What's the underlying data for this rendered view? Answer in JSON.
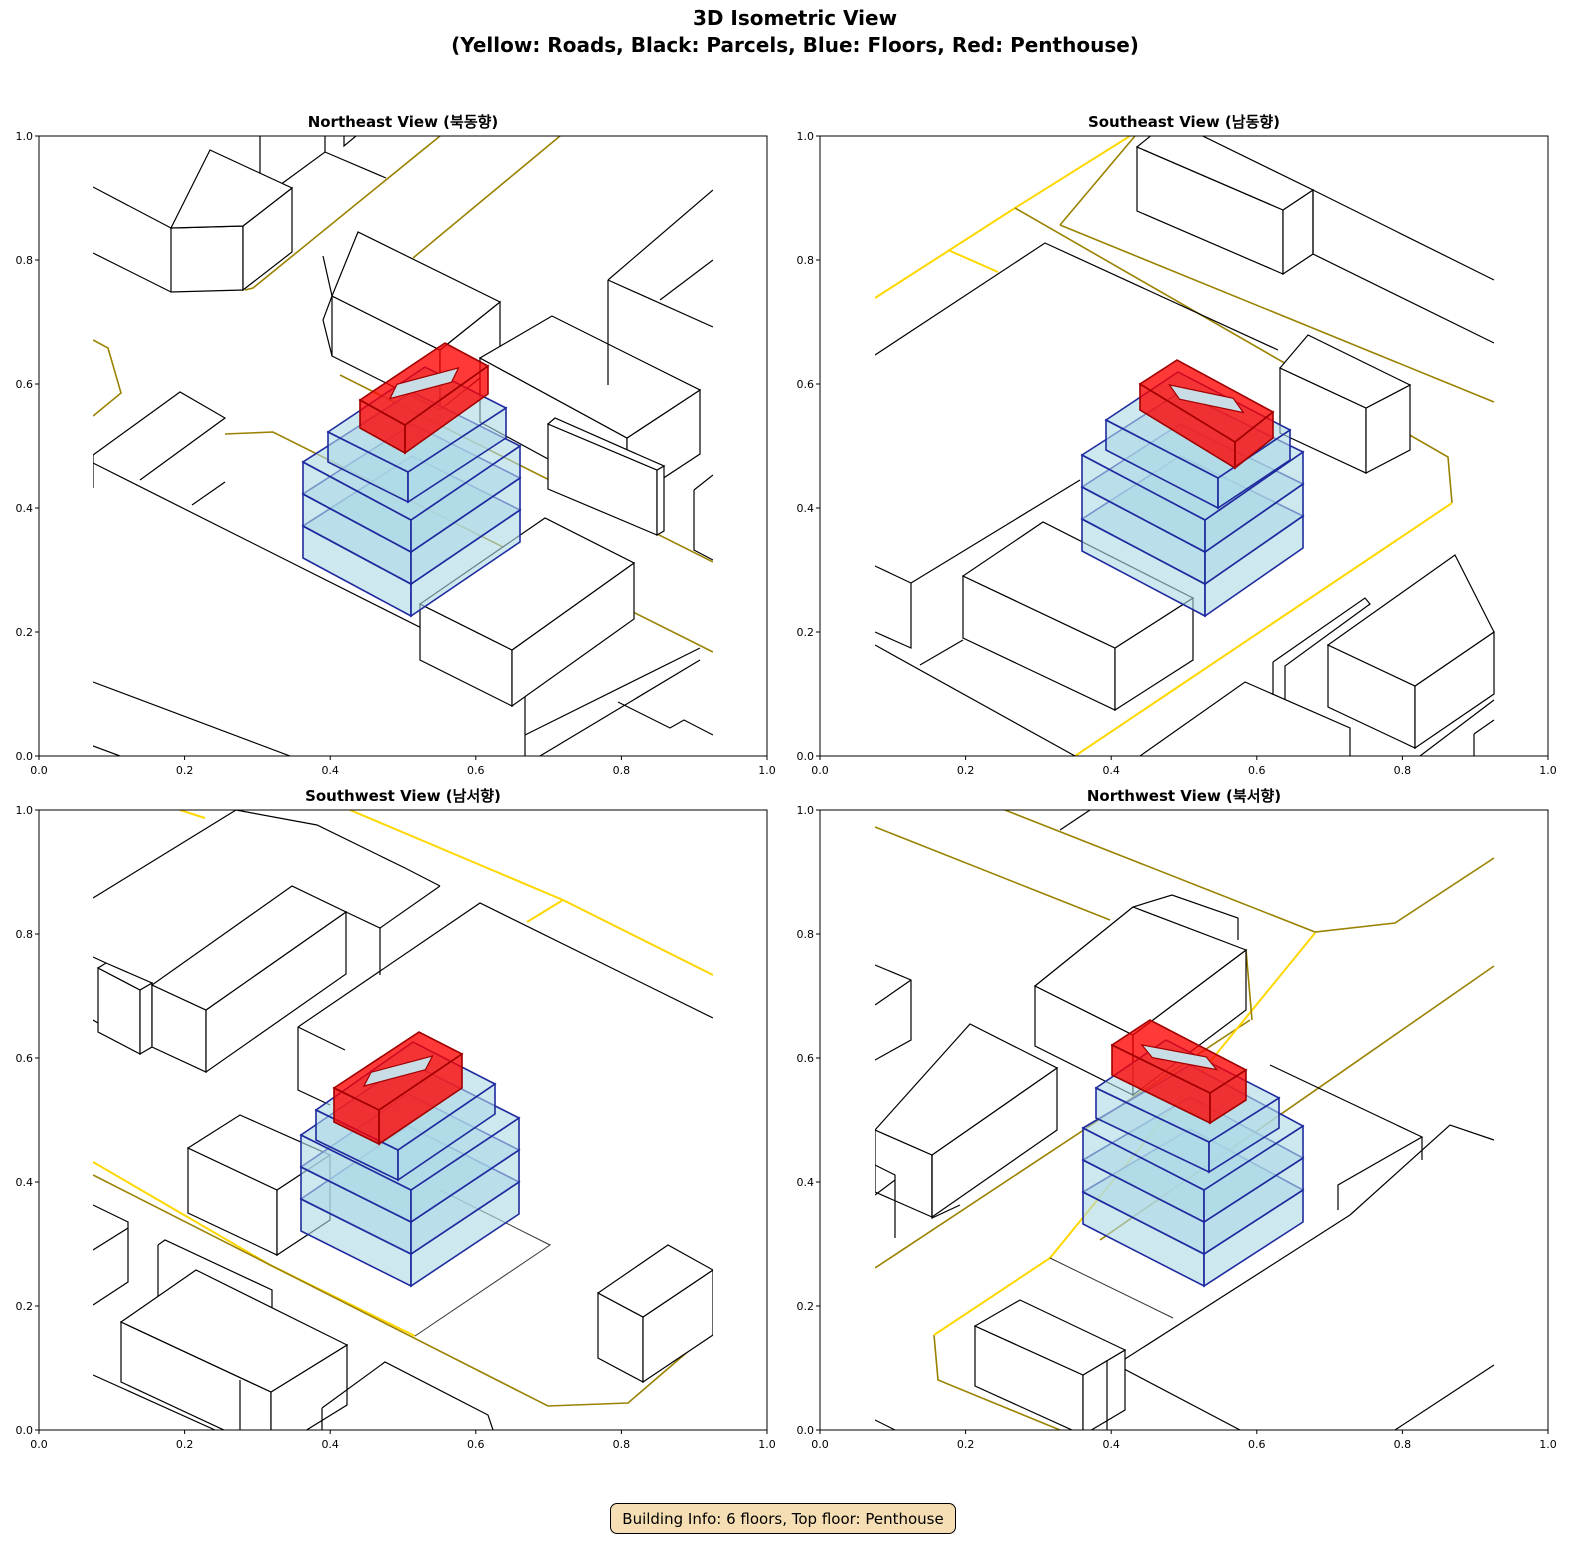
{
  "figure": {
    "title_line1": "3D Isometric View",
    "title_line2": "(Yellow: Roads, Black: Parcels, Blue: Floors, Red: Penthouse)"
  },
  "panels": [
    {
      "title": "Northeast View (북동향)"
    },
    {
      "title": "Southeast View (남동향)"
    },
    {
      "title": "Southwest View (남서향)"
    },
    {
      "title": "Northwest View (북서향)"
    }
  ],
  "ticks": [
    "0.0",
    "0.2",
    "0.4",
    "0.6",
    "0.8",
    "1.0"
  ],
  "info_box": "Building Info: 6 floors, Top floor: Penthouse",
  "colors": {
    "road": "#ffd700",
    "road_dark": "#8b7500",
    "parcel": "#000000",
    "floor_fill": "#add8e6",
    "floor_edge": "#1f2a9e",
    "penthouse": "#ff0000"
  }
}
